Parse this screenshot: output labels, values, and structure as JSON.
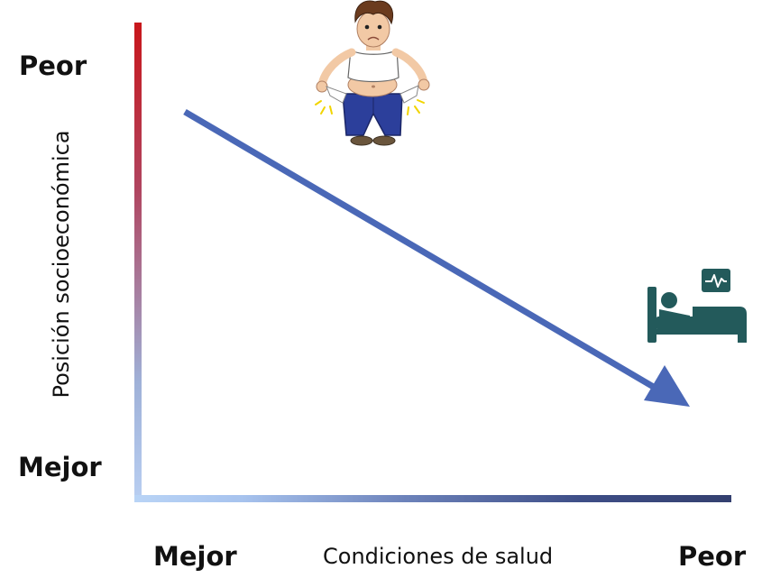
{
  "y_axis": {
    "title": "Posición socioeconómica",
    "top_label": "Peor",
    "bottom_label": "Mejor",
    "gradient_colors": [
      "#c8161b",
      "#b04560",
      "#9fb1d8",
      "#b9cff2"
    ]
  },
  "x_axis": {
    "title": "Condiciones de salud",
    "left_label": "Mejor",
    "right_label": "Peor",
    "gradient_colors": [
      "#b9d4f6",
      "#6d83bb",
      "#34406f"
    ]
  },
  "arrow": {
    "color": "#4a68b7",
    "direction": "down-right"
  },
  "icons": {
    "poor_man": "poor-man-empty-pockets-illustration",
    "hospital_bed": "hospital-bed-icon",
    "hospital_bed_color": "#235a5b"
  }
}
